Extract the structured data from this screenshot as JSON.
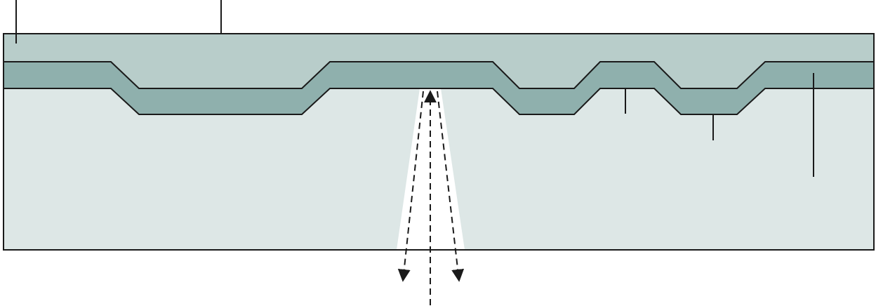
{
  "title": "",
  "labels": [],
  "colors": {
    "background": "#ffffff",
    "top_layer": "#b8cdca",
    "middle_layer": "#8fb0ad",
    "substrate": "#dde7e6",
    "beam_cone": "#ffffff",
    "outline": "#1a1a1a"
  },
  "elements": {
    "top_layer": "protective-layer",
    "middle_layer": "reflective-pit-layer",
    "substrate": "transparent-substrate",
    "beam": "laser-beam",
    "arrows": [
      "incident-beam-arrow",
      "reflected-beam-arrow-left",
      "reflected-beam-arrow-right"
    ],
    "leader_lines": [
      "leader-line-1",
      "leader-line-2",
      "leader-line-3",
      "leader-line-4",
      "leader-line-5"
    ]
  }
}
